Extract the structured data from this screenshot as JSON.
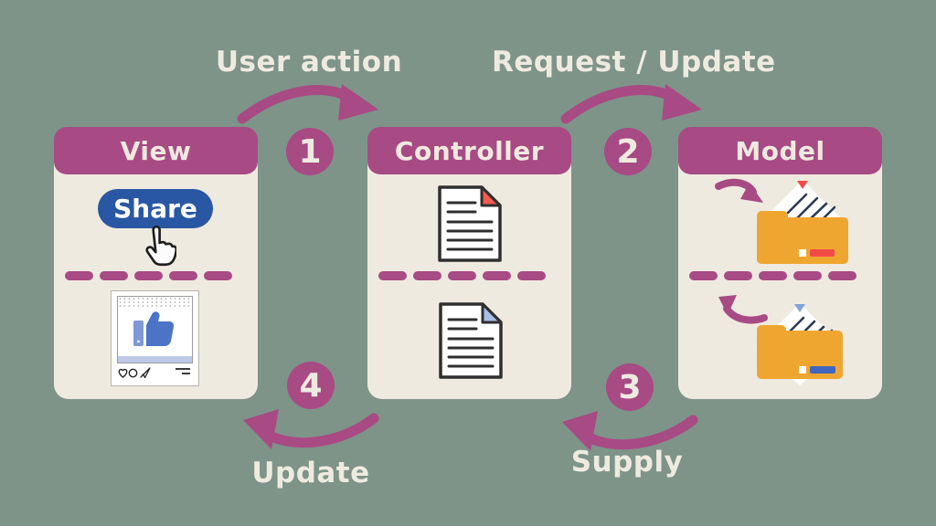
{
  "palette": {
    "background": "#7E9489",
    "magenta": "#A84A84",
    "cream_text": "#EFEADF",
    "card_body": "#EFEAE0",
    "share_blue": "#2A57A3",
    "folder_orange": "#EFA630",
    "doc_fold_red": "#F25B4D",
    "doc_fold_blue": "#A6BFE8",
    "folder_tag_red": "#F04B47",
    "folder_tag_blue": "#4166BF",
    "thumb_blue": "#4B74C7"
  },
  "cards": [
    {
      "title": "View"
    },
    {
      "title": "Controller"
    },
    {
      "title": "Model"
    }
  ],
  "flows": [
    {
      "step": "1",
      "label": "User action"
    },
    {
      "step": "2",
      "label": "Request / Update"
    },
    {
      "step": "3",
      "label": "Supply"
    },
    {
      "step": "4",
      "label": "Update"
    }
  ],
  "view_card": {
    "share_button": "Share"
  }
}
